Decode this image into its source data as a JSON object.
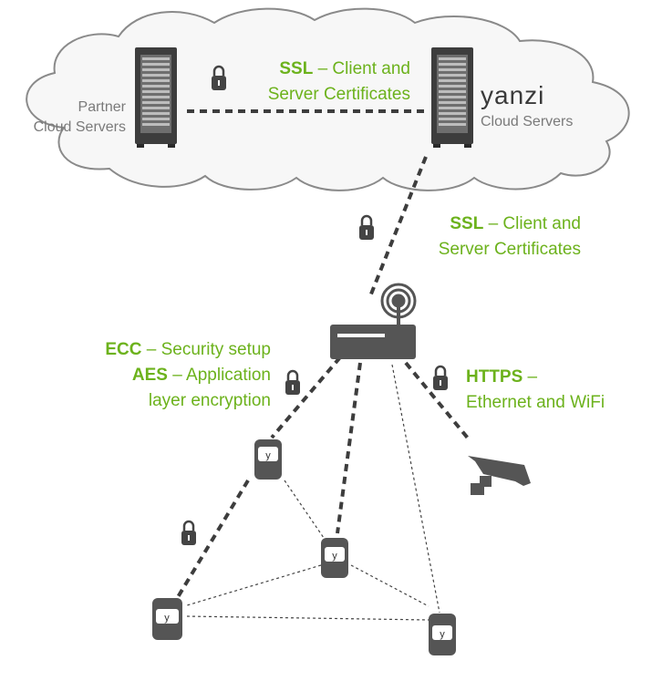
{
  "colors": {
    "accent": "#6cb21c",
    "device": "#555555",
    "line": "#444444",
    "cloud_stroke": "#8a8a8a",
    "cloud_fill": "#f7f7f7"
  },
  "partner_cloud": {
    "line1": "Partner",
    "line2": "Cloud Servers"
  },
  "yanzi_cloud": {
    "logo": "yanzi",
    "label": "Cloud Servers"
  },
  "links": {
    "cloud_link": {
      "protocol": "SSL",
      "desc1": " – Client and",
      "desc2": "Server Certificates"
    },
    "gateway_link": {
      "protocol": "SSL",
      "desc1": " – Client and",
      "desc2": "Server Certificates"
    },
    "mesh": {
      "protocol1": "ECC",
      "desc1": " – Security setup",
      "protocol2": "AES",
      "desc2": " – Application",
      "desc3": "layer encryption"
    },
    "camera_link": {
      "protocol": "HTTPS",
      "desc1": " –",
      "desc2": "Ethernet and WiFi"
    }
  },
  "icons": [
    "server-rack-icon",
    "lock-icon",
    "gateway-icon",
    "antenna-icon",
    "camera-icon",
    "sensor-icon"
  ],
  "sensor_glyph": "y"
}
